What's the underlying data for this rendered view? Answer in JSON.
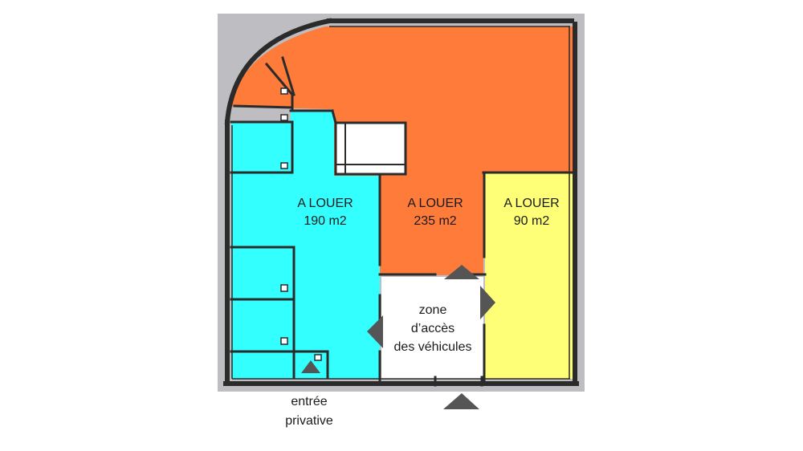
{
  "colors": {
    "site_grey": "#BDBDC2",
    "wall": "#2B2B2B",
    "zone_cyan": "#33FFFF",
    "zone_orange": "#FF7B3A",
    "zone_yellow": "#FFFF77",
    "vehicle_zone": "#FFFFFF",
    "arrow": "#555555"
  },
  "zones": [
    {
      "id": "cyan",
      "status": "A LOUER",
      "area": "190 m2"
    },
    {
      "id": "orange",
      "status": "A LOUER",
      "area": "235 m2"
    },
    {
      "id": "yellow",
      "status": "A LOUER",
      "area": "90 m2"
    }
  ],
  "vehicle_zone": {
    "line1": "zone",
    "line2": "d’accès",
    "line3": "des véhicules"
  },
  "private_entrance": {
    "line1": "entrée",
    "line2": "privative"
  }
}
